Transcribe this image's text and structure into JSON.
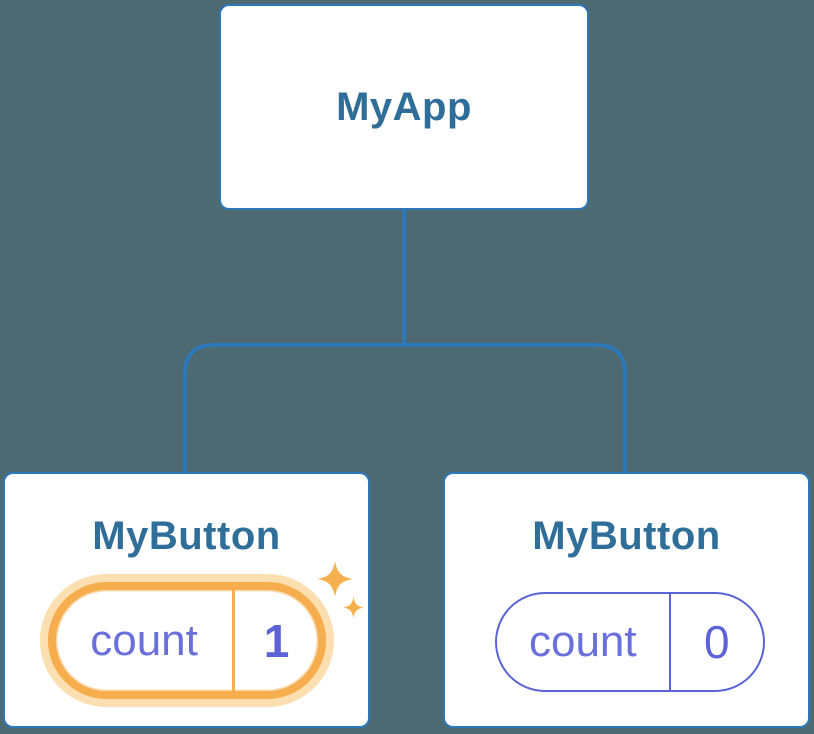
{
  "canvas": {
    "background": "#4D6A72"
  },
  "colors": {
    "canvas_bg": "#4D6A72",
    "node_border": "#2D78B8",
    "connector": "#2D78B8",
    "heading_text": "#306E9A",
    "state_purple": "#5C63D6",
    "state_label_purple": "#6A6FDC",
    "highlight_ring": "#F5AD4E",
    "highlight_glow": "#FBDFB0",
    "sparkle": "#F6B14E",
    "node_bg": "#FFFFFF"
  },
  "tree": {
    "root": {
      "label": "MyApp"
    },
    "children": [
      {
        "label": "MyButton",
        "highlighted": true,
        "state": {
          "key": "count",
          "value": "1"
        }
      },
      {
        "label": "MyButton",
        "highlighted": false,
        "state": {
          "key": "count",
          "value": "0"
        }
      }
    ]
  },
  "icons": {
    "sparkle": "four-point-star"
  }
}
